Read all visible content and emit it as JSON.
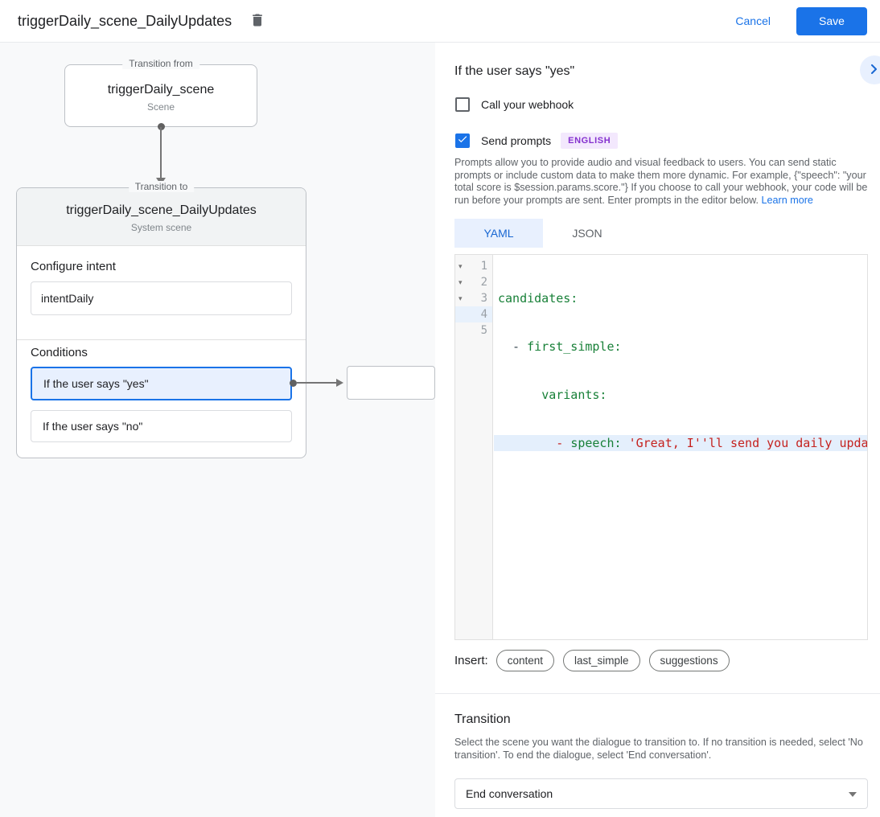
{
  "colors": {
    "accent_blue": "#1a73e8",
    "selected_bg": "#e8f0fe",
    "badge_bg": "#f3e8fd",
    "badge_text": "#8430ce",
    "code_key_green": "#188038",
    "code_string_red": "#c5221f",
    "panel_gray": "#f8f9fa"
  },
  "header": {
    "title": "triggerDaily_scene_DailyUpdates",
    "delete_icon": "trash-icon",
    "cancel_label": "Cancel",
    "save_label": "Save"
  },
  "diagram": {
    "from_box": {
      "legend": "Transition from",
      "title": "triggerDaily_scene",
      "subtitle": "Scene"
    },
    "to_box": {
      "legend": "Transition to",
      "title": "triggerDaily_scene_DailyUpdates",
      "subtitle": "System scene",
      "configure_intent_label": "Configure intent",
      "intent_value": "intentDaily",
      "conditions_label": "Conditions",
      "conditions": [
        {
          "label": "If the user says \"yes\"",
          "selected": true
        },
        {
          "label": "If the user says \"no\"",
          "selected": false
        }
      ]
    }
  },
  "panel": {
    "title": "If the user says \"yes\"",
    "expand_icon": "chevron-right-icon",
    "webhook_checkbox": {
      "label": "Call your webhook",
      "checked": false
    },
    "prompts_checkbox": {
      "label": "Send prompts",
      "checked": true,
      "language_badge": "ENGLISH"
    },
    "description": "Prompts allow you to provide audio and visual feedback to users. You can send static prompts or include custom data to make them more dynamic. For example, {\"speech\": \"your total score is $session.params.score.\"} If you choose to call your webhook, your code will be run before your prompts are sent. Enter prompts in the editor below. ",
    "learn_more_label": "Learn more",
    "tabs": [
      {
        "label": "YAML",
        "active": true
      },
      {
        "label": "JSON",
        "active": false
      }
    ],
    "editor": {
      "lines": [
        {
          "num": "1",
          "fold_icon": "▾",
          "segments": [
            {
              "t": "candidates:"
            }
          ]
        },
        {
          "num": "2",
          "fold_icon": "▾",
          "segments": [
            {
              "t": "  - "
            },
            {
              "t": "first_simple:"
            }
          ]
        },
        {
          "num": "3",
          "fold_icon": "▾",
          "segments": [
            {
              "t": "      "
            },
            {
              "t": "variants:"
            }
          ]
        },
        {
          "num": "4",
          "fold_icon": "",
          "highlighted": true,
          "segments": [
            {
              "t": "        "
            },
            {
              "t": "- "
            },
            {
              "t": "speech: "
            },
            {
              "t": "'Great, I''ll send you daily updates."
            }
          ]
        },
        {
          "num": "5",
          "fold_icon": "",
          "segments": []
        }
      ]
    },
    "insert_label": "Insert:",
    "insert_chips": [
      "content",
      "last_simple",
      "suggestions"
    ],
    "transition": {
      "title": "Transition",
      "description": "Select the scene you want the dialogue to transition to. If no transition is needed, select 'No transition'. To end the dialogue, select 'End conversation'.",
      "select_value": "End conversation"
    }
  }
}
